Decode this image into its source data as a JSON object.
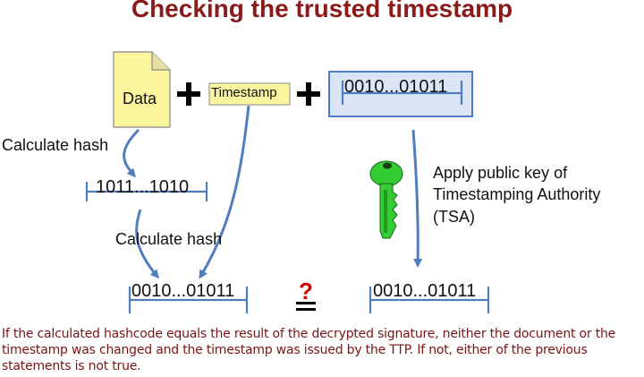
{
  "title": "Checking the trusted timestamp",
  "data_doc_label": "Data",
  "timestamp_label": "Timestamp",
  "signature_value": "0010...01011",
  "calc_hash_1": "Calculate hash",
  "hash_1_value": "1011...1010",
  "calc_hash_2": "Calculate hash",
  "apply_key_text_1": "Apply public key of",
  "apply_key_text_2": "Timestamping Authority",
  "apply_key_text_3": "(TSA)",
  "result_left_value": "0010...01011",
  "result_right_value": "0010...01011",
  "compare_symbol": "=",
  "compare_question": "?",
  "footer": "If the calculated hashcode equals the result of the decrypted signature, neither the document or the timestamp was changed and the timestamp was issued by the TTP. If not, either of the previous statements is not true.",
  "colors": {
    "title": "#8b1a1a",
    "arrow": "#4f7ec0",
    "note_fill": "#fbf59e",
    "sig_box_fill": "#dbe5f5",
    "key": "#33cc33"
  }
}
